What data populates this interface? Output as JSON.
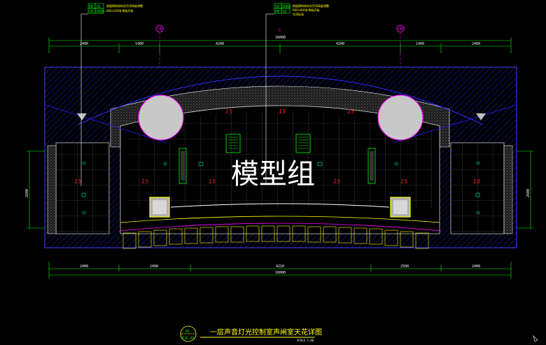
{
  "tags": {
    "left": {
      "pb": "PB",
      "pb_no": "01",
      "ch": "CH",
      "ch_no": "3000",
      "note1": "根据建筑结构及吊顶高度调整",
      "note2": "600×600矿棉吸声板"
    },
    "right": {
      "pb": "PB",
      "pb_no": "01",
      "ch": "CH",
      "ch_no": "3000",
      "note1": "根据建筑结构及吊顶高度调整",
      "note2": "600×600矿棉吸声板",
      "note3": "吊顶标高"
    }
  },
  "axes": {
    "a": "(A)",
    "c": "C",
    "b": "(B)"
  },
  "top_dimensions": [
    "2400",
    "1400",
    "4200",
    "4200",
    "1400",
    "2400"
  ],
  "top_total": "16000",
  "bottom_dimensions": [
    "2400",
    "2490",
    "4210",
    "2500",
    "2400"
  ],
  "bottom_total": "16000",
  "side_dimensions": {
    "left": "2600",
    "right": "2600"
  },
  "lamp_label": "15",
  "title": {
    "number": "01",
    "sheet": "TJC-01",
    "text": "一层声音灯光控制室声闸室天花详图",
    "scale": "SCALE 1:40"
  },
  "watermark": "模型组",
  "colors": {
    "background": "#000000",
    "wall": "#3a3aff",
    "hatch": "#2020c0",
    "dim": "#00ff00",
    "grid": "#ffffff",
    "accent": "#ff00ff",
    "lamp": "#ff2020",
    "title": "#ffff00"
  }
}
